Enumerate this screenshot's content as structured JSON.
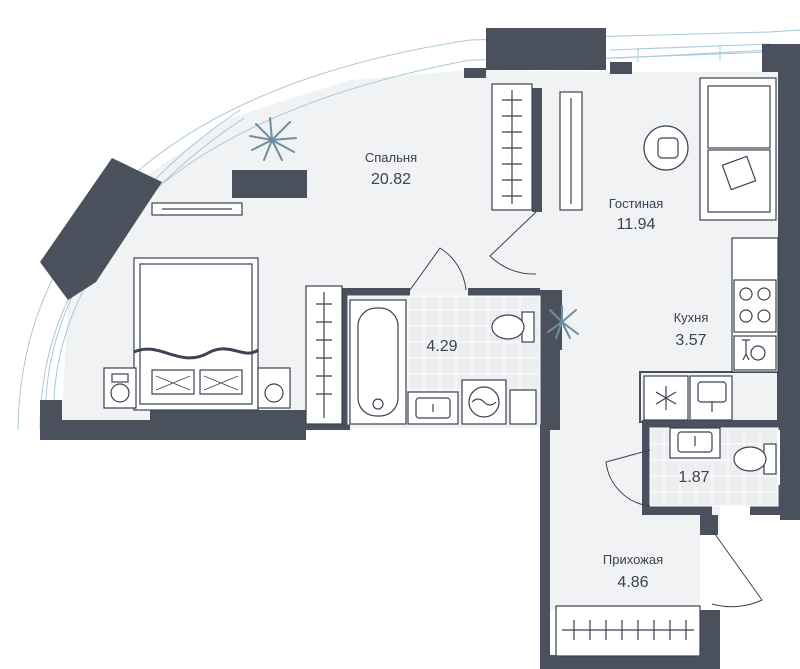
{
  "plan": {
    "rooms": [
      {
        "id": "bedroom",
        "name": "Спальня",
        "area": "20.82"
      },
      {
        "id": "living",
        "name": "Гостиная",
        "area": "11.94"
      },
      {
        "id": "kitchen",
        "name": "Кухня",
        "area": "3.57"
      },
      {
        "id": "bathroom",
        "name": "",
        "area": "4.29"
      },
      {
        "id": "wc",
        "name": "",
        "area": "1.87"
      },
      {
        "id": "hallway",
        "name": "Прихожая",
        "area": "4.86"
      }
    ]
  },
  "colors": {
    "wall": "#4a505c",
    "floor": "#f1f2f3",
    "balcony_line": "#a9c8d8",
    "plant": "#6e8e9e",
    "furniture_line": "#3b4250"
  }
}
